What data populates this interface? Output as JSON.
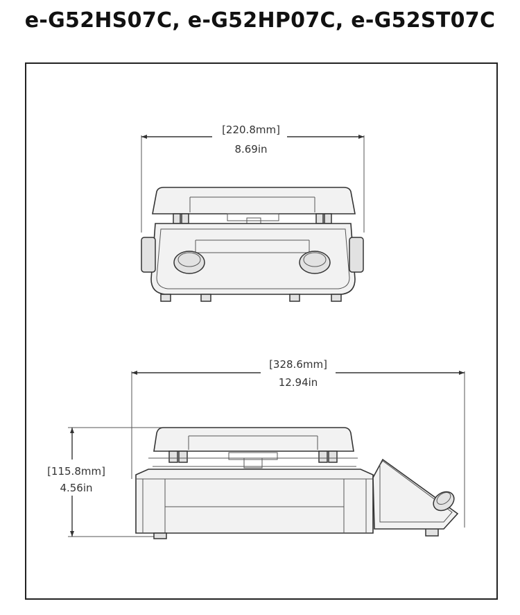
{
  "title": "e-G52HS07C, e-G52HP07C, e-G52ST07C",
  "dimensions": {
    "front_width_mm": "[220.8mm]",
    "front_width_in": "8.69in",
    "side_width_mm": "[328.6mm]",
    "side_width_in": "12.94in",
    "height_mm": "[115.8mm]",
    "height_in": "4.56in"
  }
}
